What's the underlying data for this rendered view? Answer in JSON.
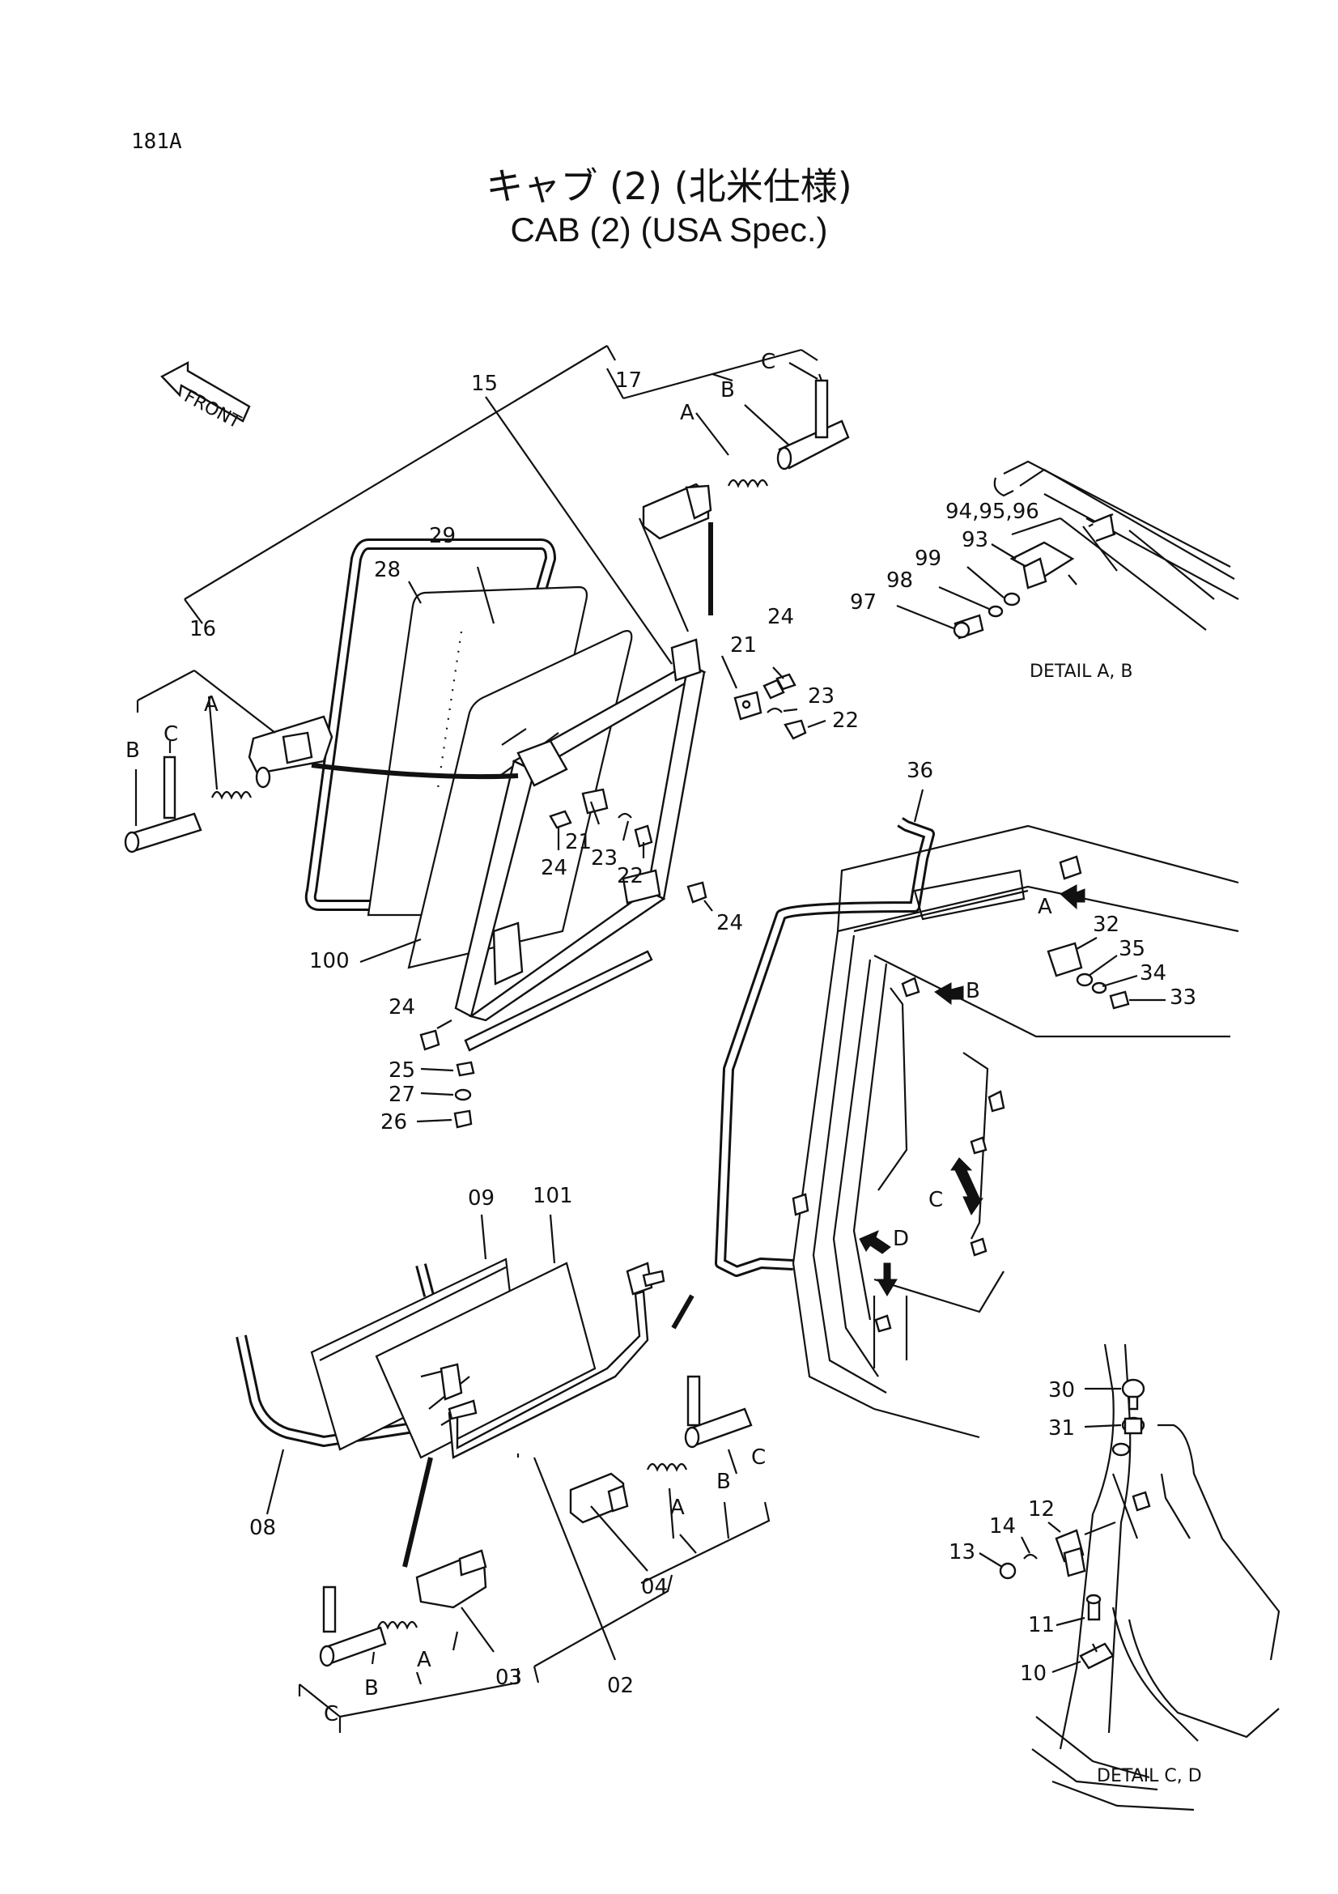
{
  "page_number": "181A",
  "title_jp": "キャブ (2) (北米仕様)",
  "title_en": "CAB (2) (USA Spec.)",
  "front_label": "FRONT",
  "detail_ab": "DETAIL A, B",
  "detail_cd": "DETAIL C, D",
  "callouts": {
    "p15": "15",
    "p16": "16",
    "p17": "17",
    "p28": "28",
    "p29": "29",
    "p21a": "21",
    "p24a": "24",
    "p23a": "23",
    "p22a": "22",
    "p21b": "21",
    "p24b": "24",
    "p23b": "23",
    "p22b": "22",
    "p24c": "24",
    "p24d": "24",
    "p100": "100",
    "p25": "25",
    "p27": "27",
    "p26": "26",
    "p36": "36",
    "p94": "94,95,96",
    "p93": "93",
    "p99": "99",
    "p98": "98",
    "p97": "97",
    "p32": "32",
    "p35": "35",
    "p34": "34",
    "p33": "33",
    "p09": "09",
    "p101": "101",
    "p08": "08",
    "p03": "03",
    "p02": "02",
    "p04": "04",
    "p30": "30",
    "p31": "31",
    "p12": "12",
    "p14": "14",
    "p13": "13",
    "p11": "11",
    "p10": "10"
  },
  "letters": {
    "top_c": "C",
    "top_b": "B",
    "top_a": "A",
    "left_c": "C",
    "left_b": "B",
    "left_a": "A",
    "br_c": "C",
    "br_b": "B",
    "br_a": "A",
    "bl_c": "C",
    "bl_b": "B",
    "bl_a": "A",
    "arrow_a": "A",
    "arrow_b": "B",
    "arrow_c": "C",
    "arrow_d": "D"
  }
}
